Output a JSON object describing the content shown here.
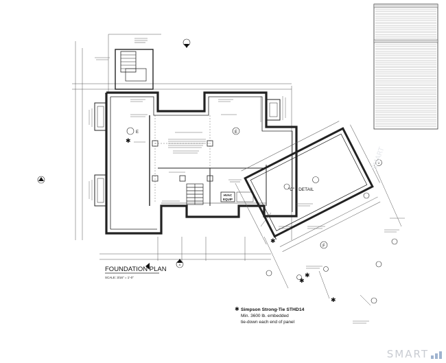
{
  "plan": {
    "title": "FOUNDATION PLAN",
    "scale": "SCALE: 3/16\" = 1'-0\"",
    "detail_label": "\"C\" - DETAIL",
    "room_e": "E",
    "room_f": "F",
    "hvac_label_1": "HVAC",
    "hvac_label_2": "EQUIP"
  },
  "note": {
    "line1": "Simpson Strong-Tie STHD14",
    "line2": "Min. 3600 lb. embedded",
    "line3": "tie-down each end of panel"
  },
  "watermark": {
    "text": "SMART",
    "logo_icon": "bar-chart-icon",
    "color": "#9fb3cf"
  }
}
